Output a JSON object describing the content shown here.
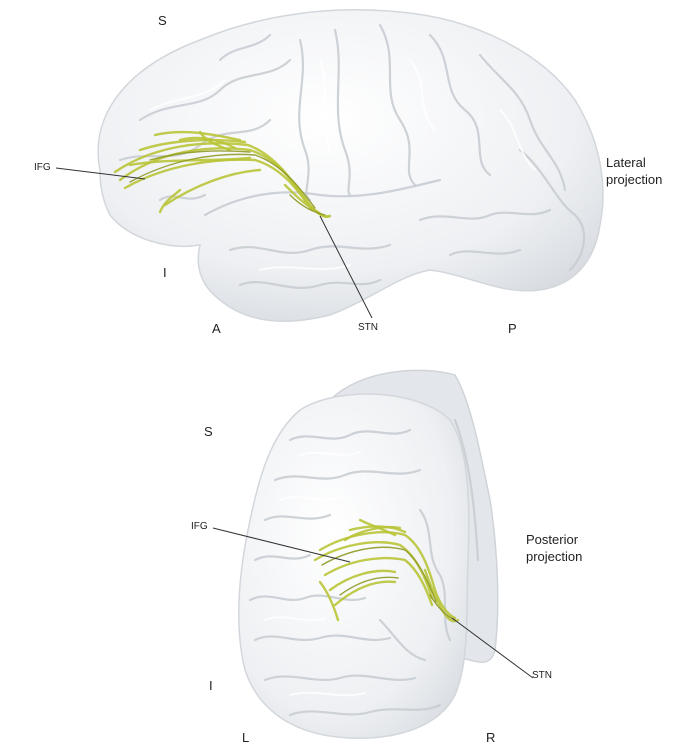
{
  "lateral": {
    "title_line1": "Lateral",
    "title_line2": "projection",
    "orient_superior": "S",
    "orient_inferior": "I",
    "orient_anterior": "A",
    "orient_posterior": "P",
    "label_ifg": "IFG",
    "label_stn": "STN"
  },
  "posterior": {
    "title_line1": "Posterior",
    "title_line2": "projection",
    "orient_superior": "S",
    "orient_inferior": "I",
    "orient_left": "L",
    "orient_right": "R",
    "label_ifg": "IFG",
    "label_stn": "STN"
  },
  "colors": {
    "brain_surface": "#eceff2",
    "tract": "#c6d14a"
  }
}
